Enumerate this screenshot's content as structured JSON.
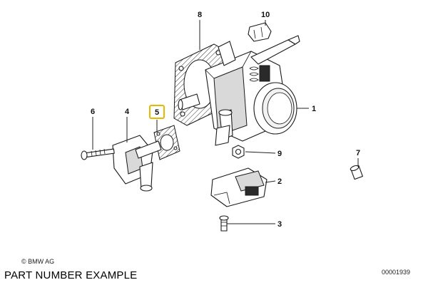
{
  "callouts": {
    "c1": "1",
    "c2": "2",
    "c3": "3",
    "c4": "4",
    "c5": "5",
    "c6": "6",
    "c7": "7",
    "c8": "8",
    "c9": "9",
    "c10": "10"
  },
  "highlighted_callout": "5",
  "highlight_color": "#e6b800",
  "copyright": "© BMW AG",
  "caption": "PART NUMBER EXAMPLE",
  "document_number": "00001939"
}
